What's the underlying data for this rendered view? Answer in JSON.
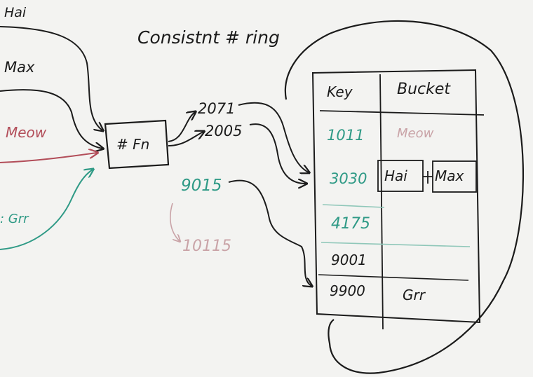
{
  "title": "Consistnt # ring",
  "inputs": {
    "hai": "Hai",
    "max": "Max",
    "meow": "Meow",
    "grr": ": Grr"
  },
  "hash_function": {
    "label": "# Fn"
  },
  "hash_values": {
    "h2071": "2071",
    "h2005": "2005",
    "h9015": "9015",
    "h10115": "10115"
  },
  "table": {
    "headers": {
      "key": "Key",
      "bucket": "Bucket"
    },
    "rows": [
      {
        "key": "1011",
        "bucket": "Meow"
      },
      {
        "key": "3030",
        "bucket_items": [
          "Hai",
          "Max"
        ]
      },
      {
        "key": "4175",
        "bucket": ""
      },
      {
        "key": "9001",
        "bucket": ""
      },
      {
        "key": "9900",
        "bucket": "Grr"
      }
    ]
  },
  "colors": {
    "ink_black": "#1b1b1b",
    "ink_red": "#b24d59",
    "ink_green": "#2f9a86",
    "ink_faint_red": "#c9a3a7",
    "ink_faint_green": "#8fc7b9",
    "board": "#f3f3f1"
  }
}
